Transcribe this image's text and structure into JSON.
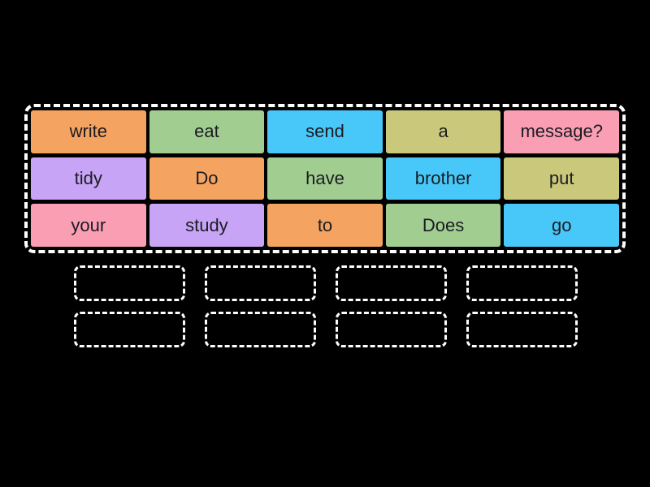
{
  "page": {
    "background_color": "#000000"
  },
  "palette": {
    "orange": "#F5A360",
    "green": "#A1CD90",
    "blue": "#47C8F8",
    "khaki": "#CAC97B",
    "pink": "#FA9EB4",
    "purple": "#C8A4F6",
    "tile_text": "#1B1B22",
    "dash_outline": "#FFFFFF"
  },
  "word_pool": {
    "rows": 3,
    "columns": 5,
    "tiles": [
      {
        "label": "write",
        "color": "orange"
      },
      {
        "label": "eat",
        "color": "green"
      },
      {
        "label": "send",
        "color": "blue"
      },
      {
        "label": "a",
        "color": "khaki"
      },
      {
        "label": "message?",
        "color": "pink"
      },
      {
        "label": "tidy",
        "color": "purple"
      },
      {
        "label": "Do",
        "color": "orange"
      },
      {
        "label": "have",
        "color": "green"
      },
      {
        "label": "brother",
        "color": "blue"
      },
      {
        "label": "put",
        "color": "khaki"
      },
      {
        "label": "your",
        "color": "pink"
      },
      {
        "label": "study",
        "color": "purple"
      },
      {
        "label": "to",
        "color": "orange"
      },
      {
        "label": "Does",
        "color": "green"
      },
      {
        "label": "go",
        "color": "blue"
      }
    ]
  },
  "answer_area": {
    "slot_count": 8,
    "columns": 4,
    "rows": 2
  }
}
